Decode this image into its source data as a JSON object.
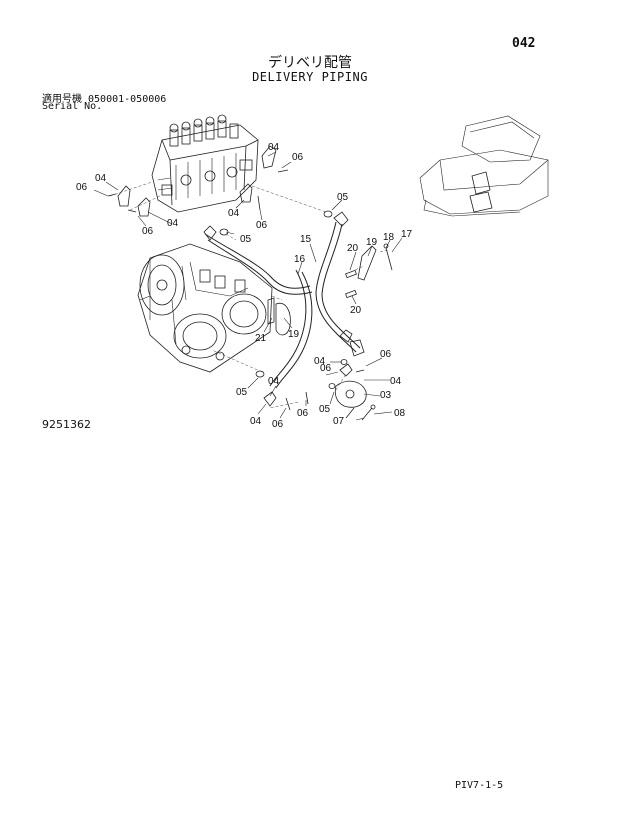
{
  "header": {
    "page_number": "042",
    "title_jp": "デリベリ配管",
    "title_en": "DELIVERY PIPING",
    "serial_label_jp": "適用号機  050001-050006",
    "serial_label_en": "Serial No."
  },
  "footer": {
    "figure_number": "9251362",
    "doc_code": "PIV7-1-5"
  },
  "callouts": [
    {
      "label": "04"
    },
    {
      "label": "06"
    },
    {
      "label": "04"
    },
    {
      "label": "06"
    },
    {
      "label": "06"
    },
    {
      "label": "04"
    },
    {
      "label": "04"
    },
    {
      "label": "06"
    },
    {
      "label": "05"
    },
    {
      "label": "05"
    },
    {
      "label": "15"
    },
    {
      "label": "16"
    },
    {
      "label": "19"
    },
    {
      "label": "18"
    },
    {
      "label": "17"
    },
    {
      "label": "20"
    },
    {
      "label": "20"
    },
    {
      "label": "21"
    },
    {
      "label": "19"
    },
    {
      "label": "06"
    },
    {
      "label": "04"
    },
    {
      "label": "06"
    },
    {
      "label": "04"
    },
    {
      "label": "05"
    },
    {
      "label": "03"
    },
    {
      "label": "08"
    },
    {
      "label": "07"
    },
    {
      "label": "05"
    },
    {
      "label": "04"
    },
    {
      "label": "06"
    },
    {
      "label": "04"
    },
    {
      "label": "06"
    }
  ]
}
